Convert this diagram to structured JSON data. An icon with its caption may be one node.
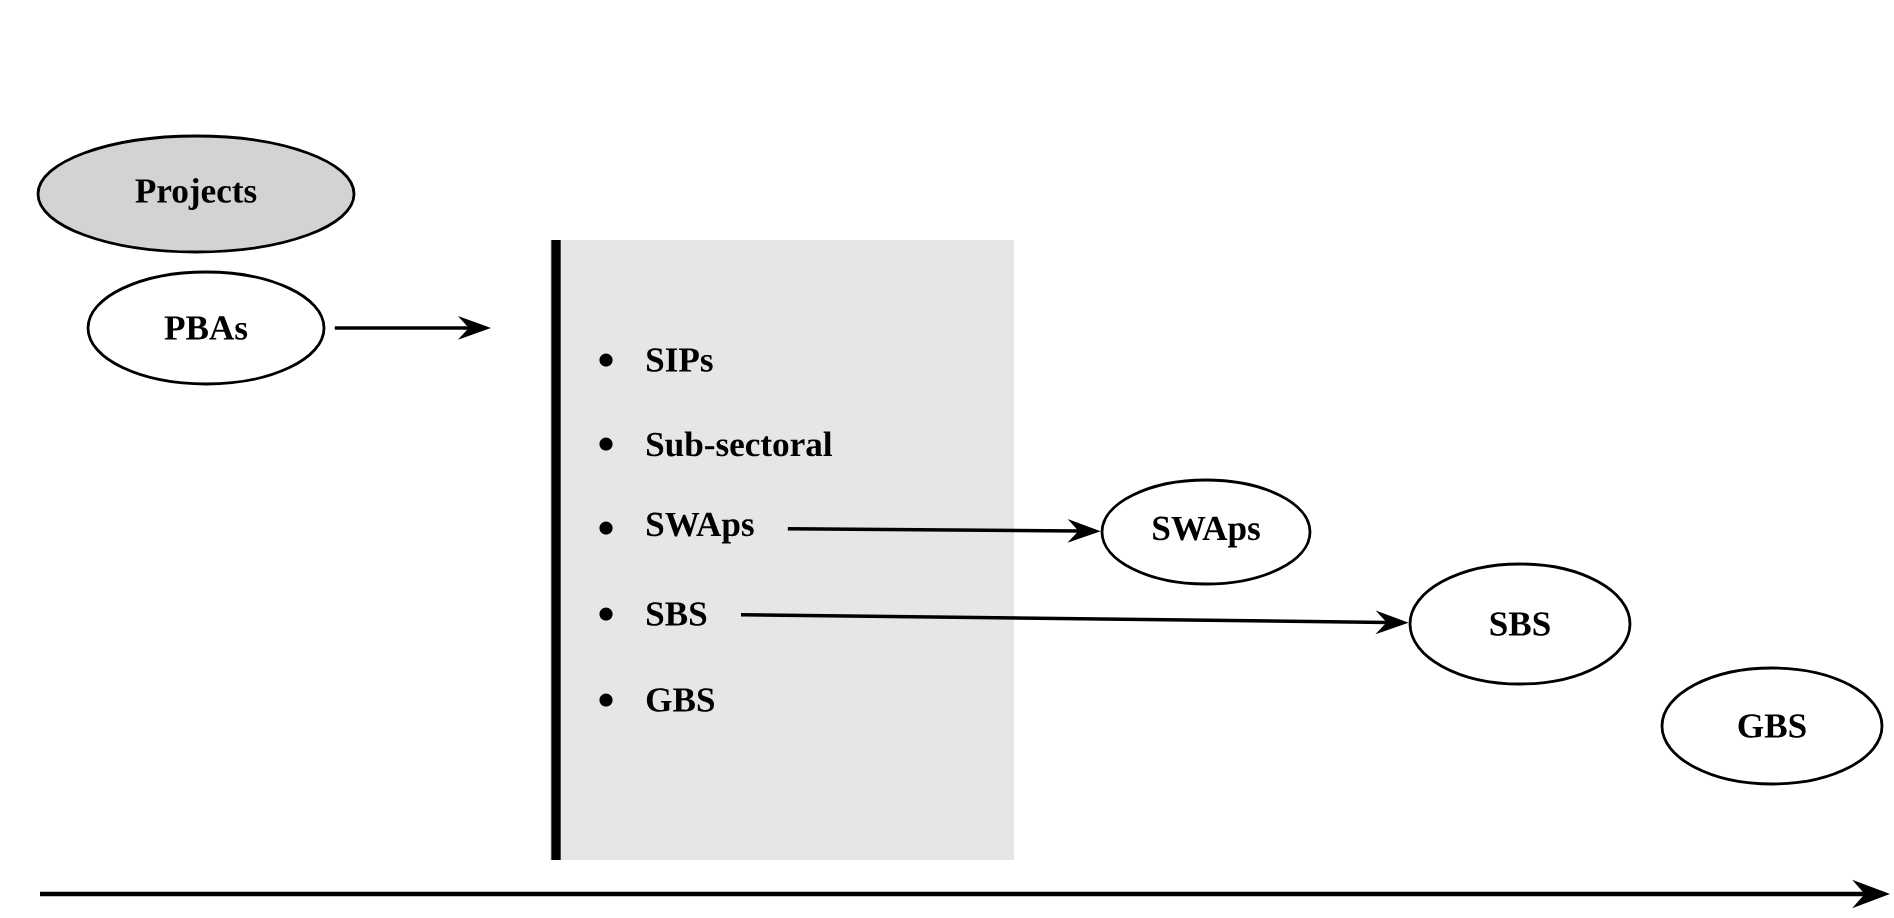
{
  "diagram": {
    "nodes": [
      {
        "text": [
          "Projects"
        ]
      },
      {
        "text": [
          "PBAs"
        ]
      },
      {
        "text": [],
        "shape": "box"
      },
      {
        "text": [
          "SIPs"
        ],
        "in": 2
      },
      {
        "text": [
          "Sub-sectoral"
        ],
        "in": 2
      },
      {
        "text": [
          "SWAps"
        ],
        "in": 2
      },
      {
        "text": [
          "SBS"
        ],
        "in": 2
      },
      {
        "text": [
          "GBS"
        ],
        "in": 2
      },
      {
        "text": [
          "SWAps"
        ]
      },
      {
        "text": [
          "SBS"
        ]
      },
      {
        "text": [
          "GBS"
        ]
      }
    ],
    "edges": [
      {
        "from": 1,
        "to": 2,
        "arrow": "to"
      },
      {
        "from": 5,
        "to": 8,
        "arrow": "to"
      },
      {
        "from": 6,
        "to": 9,
        "arrow": "to"
      }
    ]
  }
}
